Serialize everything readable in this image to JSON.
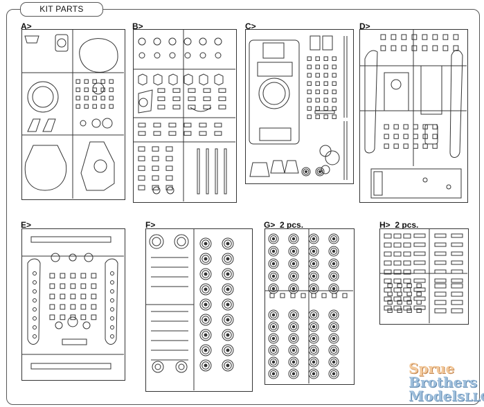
{
  "header": {
    "title": "KIT PARTS"
  },
  "sprues": {
    "a": {
      "label": "A>"
    },
    "b": {
      "label": "B>"
    },
    "c": {
      "label": "C>"
    },
    "d": {
      "label": "D>"
    },
    "e": {
      "label": "E>"
    },
    "f": {
      "label": "F>"
    },
    "g": {
      "label": "G>",
      "qty": "2 pcs."
    },
    "h": {
      "label": "H>",
      "qty": "2 pcs."
    }
  },
  "watermark": {
    "line1": "Sprue",
    "line2": "Brothers",
    "line3": "Models",
    "suffix": "LLC"
  },
  "colors": {
    "line": "#333333",
    "watermark_orange": "#f2c08a",
    "watermark_blue": "#8fb4d6"
  }
}
